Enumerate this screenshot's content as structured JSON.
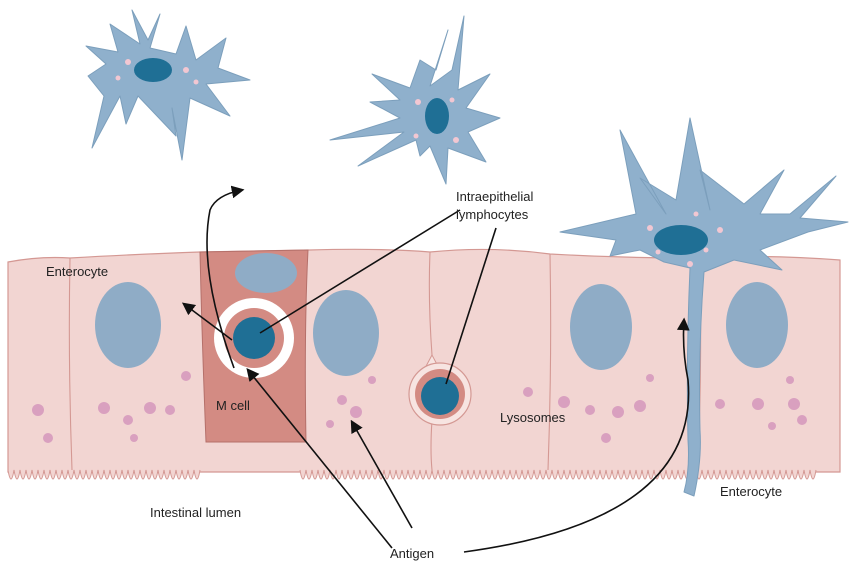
{
  "labels": {
    "enterocyte_left": "Enterocyte",
    "enterocyte_right": "Enterocyte",
    "intraepithelial_line1": "Intraepithelial",
    "intraepithelial_line2": "lymphocytes",
    "m_cell": "M cell",
    "lysosomes": "Lysosomes",
    "intestinal_lumen": "Intestinal lumen",
    "antigen": "Antigen"
  },
  "colors": {
    "enterocyte_fill": "#f2d5d2",
    "enterocyte_stroke": "#d49893",
    "m_cell_fill": "#d38b83",
    "nucleus": "#8facc6",
    "dendritic_cell": "#8fb0cc",
    "dendritic_nucleus": "#1f6f95",
    "lysosome": "#d9a0bf",
    "arrow": "#111111"
  }
}
